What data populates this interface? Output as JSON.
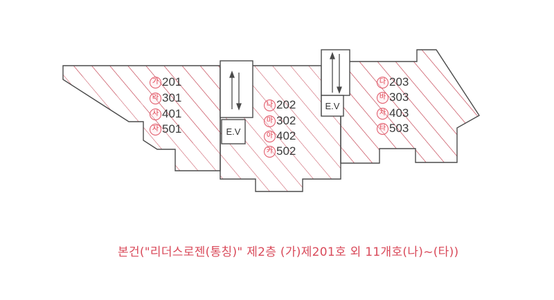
{
  "diagram": {
    "type": "floor_plan",
    "colors": {
      "outline": "#4a4a4a",
      "hatch": "#c8505e",
      "badge": "#e0404f",
      "caption": "#d94a5a",
      "unit_text": "#3a3a3a"
    },
    "elevators": [
      {
        "label": "E.V",
        "position": "left-center"
      },
      {
        "label": "E.V",
        "position": "right-center"
      }
    ],
    "unit_columns": [
      {
        "section": "left",
        "units": [
          {
            "badge": "가",
            "number": "201"
          },
          {
            "badge": "라",
            "number": "301"
          },
          {
            "badge": "사",
            "number": "401"
          },
          {
            "badge": "자",
            "number": "501"
          }
        ]
      },
      {
        "section": "middle",
        "units": [
          {
            "badge": "나",
            "number": "202"
          },
          {
            "badge": "마",
            "number": "302"
          },
          {
            "badge": "아",
            "number": "402"
          },
          {
            "badge": "카",
            "number": "502"
          }
        ]
      },
      {
        "section": "right",
        "units": [
          {
            "badge": "다",
            "number": "203"
          },
          {
            "badge": "바",
            "number": "303"
          },
          {
            "badge": "차",
            "number": "403"
          },
          {
            "badge": "타",
            "number": "503"
          }
        ]
      }
    ],
    "caption": "본건(\"리더스로젠(통칭)\" 제2층 (가)제201호 외 11개호(나)~(타))"
  }
}
